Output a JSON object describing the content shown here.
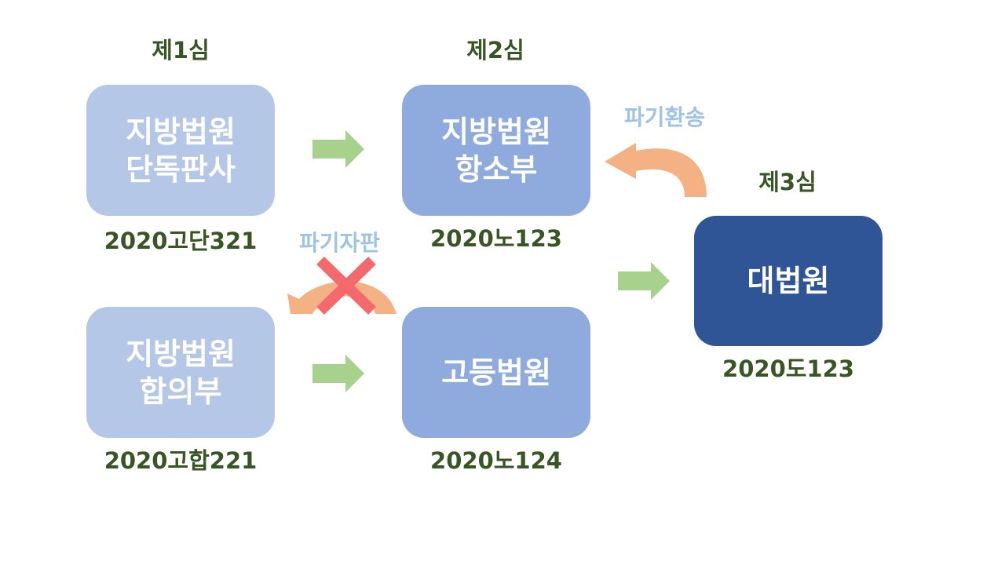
{
  "levels": {
    "first": "제1심",
    "second": "제2심",
    "third": "제3심"
  },
  "courts": {
    "district_single": "지방법원\n단독판사",
    "district_panel": "지방법원\n합의부",
    "district_appeal": "지방법원\n항소부",
    "high_court": "고등법원",
    "supreme_court": "대법원"
  },
  "case_numbers": {
    "district_single": "2020고단321",
    "district_panel": "2020고합221",
    "district_appeal": "2020노123",
    "high_court": "2020노124",
    "supreme_court": "2020도123"
  },
  "notes": {
    "remand": "파기환송",
    "self_judgment": "파기자판"
  },
  "colors": {
    "label_green": "#375623",
    "box_light": "#b4c7e7",
    "box_mid": "#8faadc",
    "box_dark": "#2f5597",
    "arrow_green": "#a9d18e",
    "curve_orange": "#f4b183",
    "cross_red": "#f4696c",
    "note_blue": "#9dc3e6"
  }
}
